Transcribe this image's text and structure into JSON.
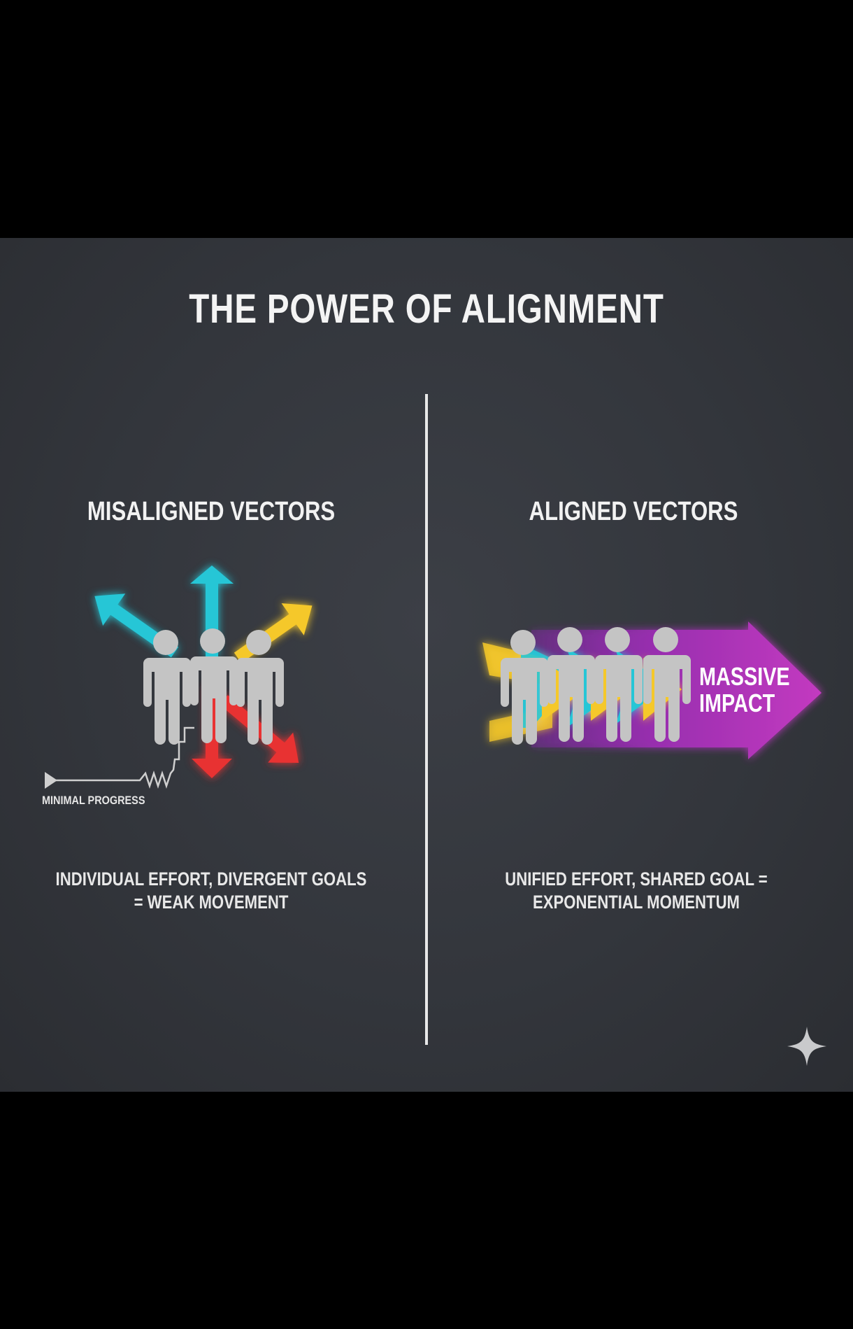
{
  "title": "THE POWER OF ALIGNMENT",
  "left": {
    "heading": "MISALIGNED VECTORS",
    "progress_label": "MINIMAL PROGRESS",
    "caption_line1": "INDIVIDUAL EFFORT, DIVERGENT GOALS",
    "caption_line2": "= WEAK MOVEMENT"
  },
  "right": {
    "heading": "ALIGNED VECTORS",
    "impact_line1": "MASSIVE",
    "impact_line2": "IMPACT",
    "caption_line1": "UNIFIED EFFORT, SHARED GOAL =",
    "caption_line2": "EXPONENTIAL MOMENTUM"
  },
  "colors": {
    "background": "#34373d",
    "letterbox": "#000000",
    "cyan": "#26c6d6",
    "yellow": "#f5c829",
    "red": "#e83232",
    "purple": "#b02fb3",
    "person": "#c4c4c4",
    "text": "#f4f4f4"
  },
  "icons": [
    "person-icon",
    "arrow-icon",
    "sparkle-icon"
  ]
}
